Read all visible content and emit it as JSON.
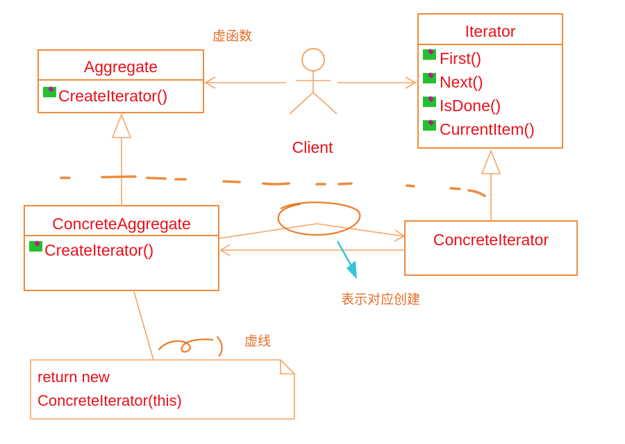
{
  "aggregate": {
    "name": "Aggregate",
    "methods": [
      "CreateIterator()"
    ]
  },
  "iterator": {
    "name": "Iterator",
    "methods": [
      "First()",
      "Next()",
      "IsDone()",
      "CurrentItem()"
    ]
  },
  "concrete_aggregate": {
    "name": "ConcreteAggregate",
    "methods": [
      "CreateIterator()"
    ]
  },
  "concrete_iterator": {
    "name": "ConcreteIterator"
  },
  "client": {
    "label": "Client"
  },
  "note": {
    "line1": "return new",
    "line2": "ConcreteIterator(this)"
  },
  "annotations": {
    "virtual_function": "虚函数",
    "creation": "表示对应创建",
    "dashed_line": "虚线"
  },
  "colors": {
    "text": "#e8111b",
    "border": "#f08a3a",
    "annotation": "#e56f2a",
    "method_icon": "#22c22e",
    "pointer_arrow": "#35c6d6"
  }
}
